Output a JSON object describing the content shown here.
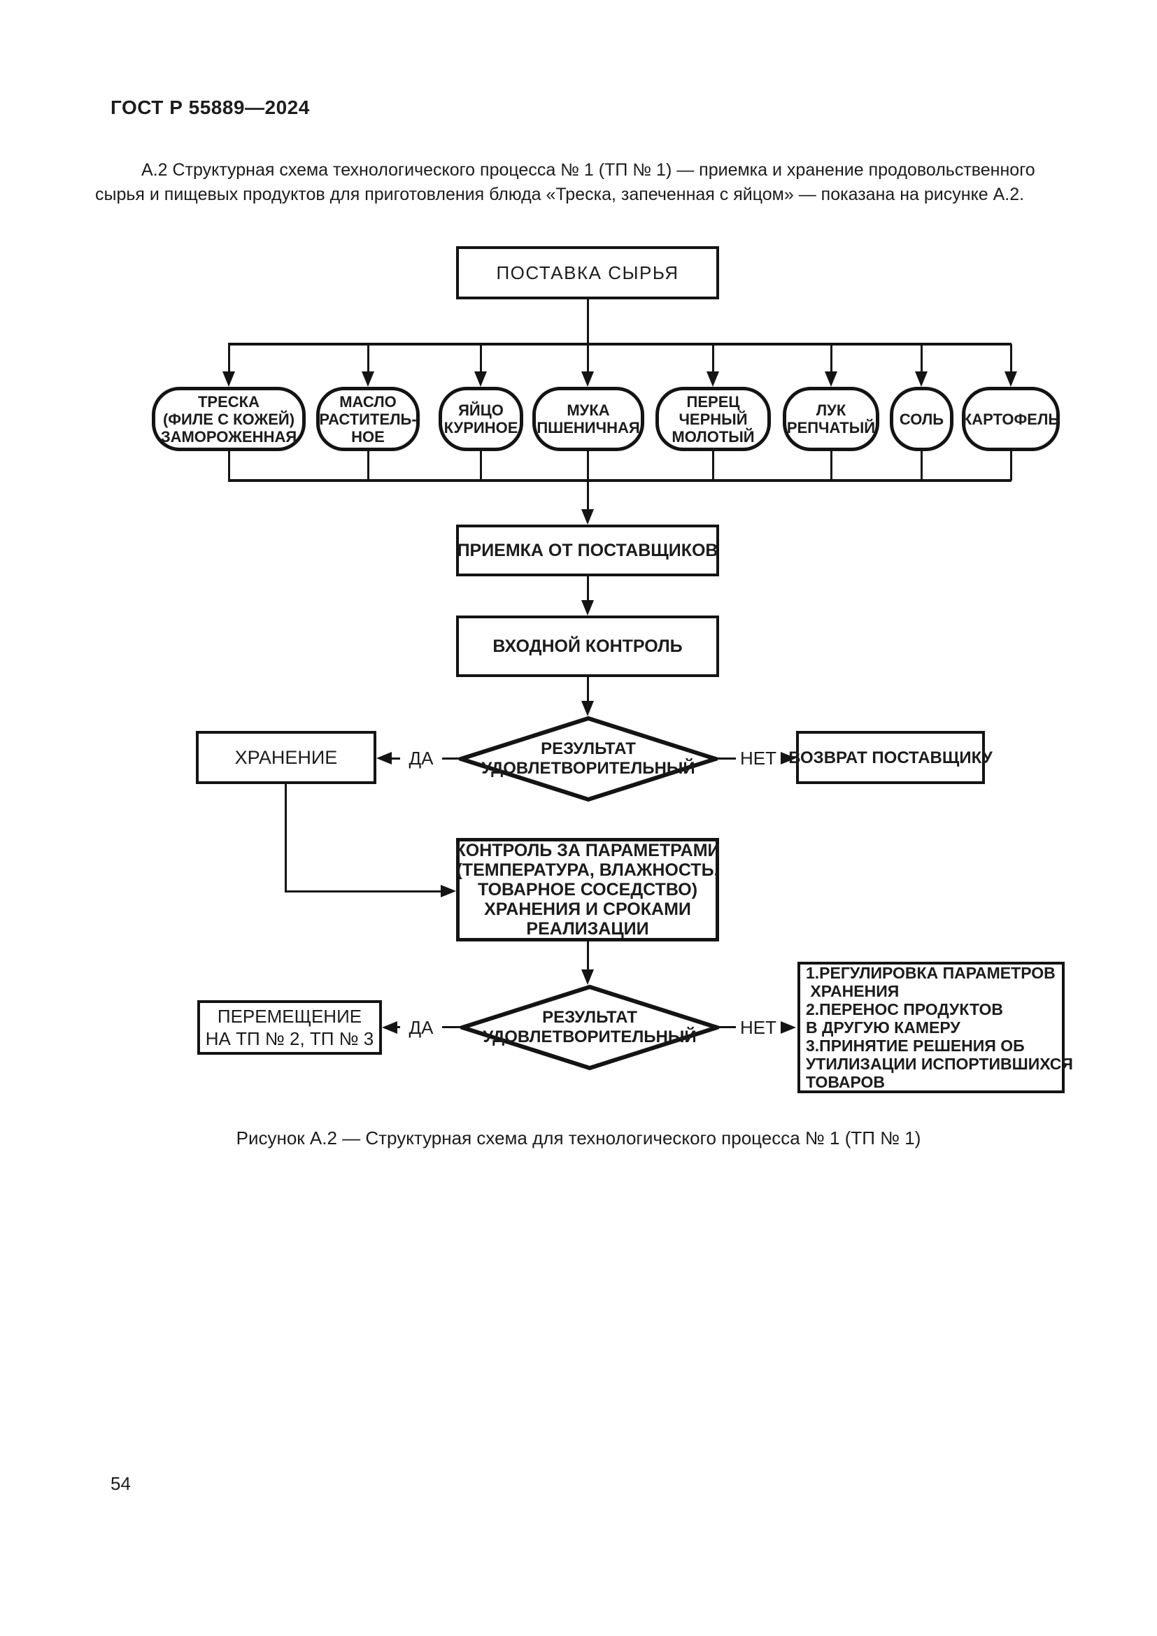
{
  "page": {
    "header": "ГОСТ Р 55889—2024",
    "intro": "А.2 Структурная схема технологического процесса № 1 (ТП № 1) — приемка и хранение продовольственного\nсырья и пищевых продуктов для приготовления блюда «Треска, запеченная с яйцом» — показана на рисунке А.2.",
    "caption": "Рисунок А.2 — Структурная схема для технологического процесса № 1 (ТП № 1)",
    "page_number": "54"
  },
  "flowchart": {
    "start_label": "ПОСТАВКА СЫРЬЯ",
    "ingredients": [
      {
        "label": "ТРЕСКА\n(ФИЛЕ С КОЖЕЙ)\nЗАМОРОЖЕННАЯ"
      },
      {
        "label": "МАСЛО\nРАСТИТЕЛЬ-\nНОЕ"
      },
      {
        "label": "ЯЙЦО\nКУРИНОЕ"
      },
      {
        "label": "МУКА\nПШЕНИЧНАЯ"
      },
      {
        "label": "ПЕРЕЦ\nЧЕРНЫЙ\nМОЛОТЫЙ"
      },
      {
        "label": "ЛУК\nРЕПЧАТЫЙ"
      },
      {
        "label": "СОЛЬ"
      },
      {
        "label": "КАРТОФЕЛЬ"
      }
    ],
    "acceptance_label": "ПРИЕМКА ОТ ПОСТАВЩИКОВ",
    "incoming_control_label": "ВХОДНОЙ КОНТРОЛЬ",
    "decision1_label": "РЕЗУЛЬТАТ\nУДОВЛЕТВОРИТЕЛЬНЫЙ",
    "storage_label": "ХРАНЕНИЕ",
    "return_label": "ВОЗВРАТ ПОСТАВЩИКУ",
    "monitoring_label": "КОНТРОЛЬ ЗА ПАРАМЕТРАМИ\n(ТЕМПЕРАТУРА, ВЛАЖНОСТЬ,\nТОВАРНОЕ СОСЕДСТВО)\nХРАНЕНИЯ И СРОКАМИ\nРЕАЛИЗАЦИИ",
    "decision2_label": "РЕЗУЛЬТАТ\nУДОВЛЕТВОРИТЕЛЬНЫЙ",
    "transfer_label": "ПЕРЕМЕЩЕНИЕ\nНА ТП № 2, ТП № 3",
    "actions_label": "1.РЕГУЛИРОВКА ПАРАМЕТРОВ\n ХРАНЕНИЯ\n2.ПЕРЕНОС ПРОДУКТОВ\nВ ДРУГУЮ КАМЕРУ\n3.ПРИНЯТИЕ РЕШЕНИЯ ОБ\nУТИЛИЗАЦИИ ИСПОРТИВШИХСЯ\nТОВАРОВ",
    "yes_label": "ДА",
    "no_label": "НЕТ",
    "line_color": "#141414"
  }
}
